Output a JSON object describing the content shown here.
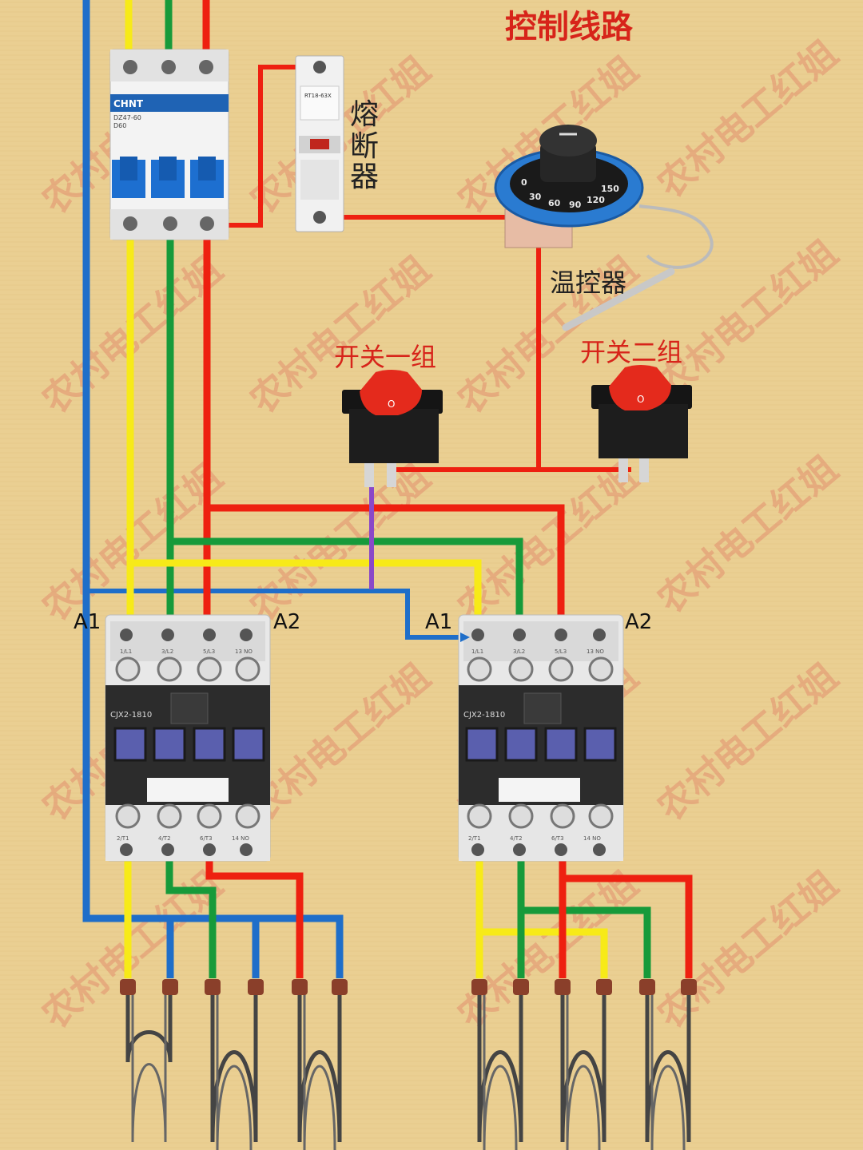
{
  "title": "控制线路",
  "labels": {
    "fuse": [
      "熔",
      "断",
      "器"
    ],
    "thermostat": "温控器",
    "switch_group1": "开关一组",
    "switch_group2": "开关二组",
    "a1_left": "A1",
    "a2_left": "A2",
    "a1_right": "A1",
    "a2_right": "A2"
  },
  "breaker": {
    "brand": "CHNT",
    "model": "DZ47-60",
    "rating": "D60"
  },
  "fuse_holder": {
    "model": "RT18-63X"
  },
  "contactors": {
    "left": {
      "model": "CJX2-1810",
      "top_terminals": [
        "1/L1",
        "3/L2",
        "5/L3",
        "13 NO"
      ],
      "bottom_terminals": [
        "2/T1",
        "4/T2",
        "6/T3",
        "14 NO"
      ]
    },
    "right": {
      "model": "CJX2-1810",
      "top_terminals": [
        "1/L1",
        "3/L2",
        "5/L3",
        "13 NO"
      ],
      "bottom_terminals": [
        "2/T1",
        "4/T2",
        "6/T3",
        "14 NO"
      ]
    }
  },
  "thermostat_dial": [
    "0",
    "30",
    "60",
    "90",
    "120",
    "150"
  ],
  "watermark": "农村电工红姐",
  "colors": {
    "phase_l1": "#f7ea18",
    "phase_l2": "#179a3a",
    "phase_l3": "#ee2010",
    "neutral": "#1f6ec9",
    "control": "#8a48c8",
    "title": "#d7241a"
  }
}
